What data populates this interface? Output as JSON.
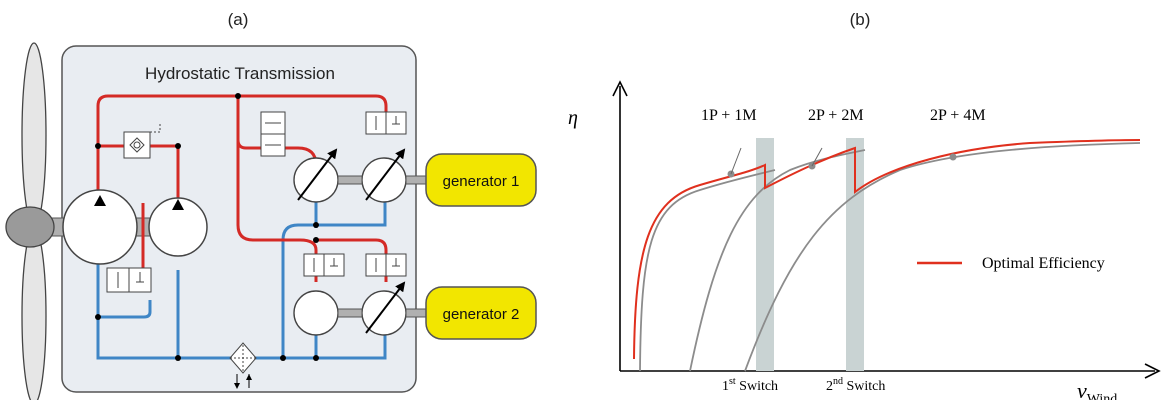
{
  "panel_a": {
    "label": "(a)",
    "box_title": "Hydrostatic Transmission",
    "generator_1": "generator 1",
    "generator_2": "generator 2",
    "colors": {
      "high_pressure": "#d42a26",
      "low_pressure": "#3f86c6",
      "generator_fill": "#f2e600",
      "box_fill": "#e9edf2"
    }
  },
  "panel_b": {
    "label": "(b)",
    "y_axis_symbol": "η",
    "x_axis_symbol": "v",
    "x_axis_subscript": "Wind",
    "annotations": [
      "1P + 1M",
      "2P + 2M",
      "2P + 4M"
    ],
    "switches": [
      {
        "prefix": "1",
        "sup": "st",
        "suffix": " Switch"
      },
      {
        "prefix": "2",
        "sup": "nd",
        "suffix": " Switch"
      }
    ],
    "legend": "Optimal Efficiency",
    "colors": {
      "optimal": "#e0301e",
      "config": "#8c8c8c",
      "switch_band": "#c9d3d3"
    }
  }
}
